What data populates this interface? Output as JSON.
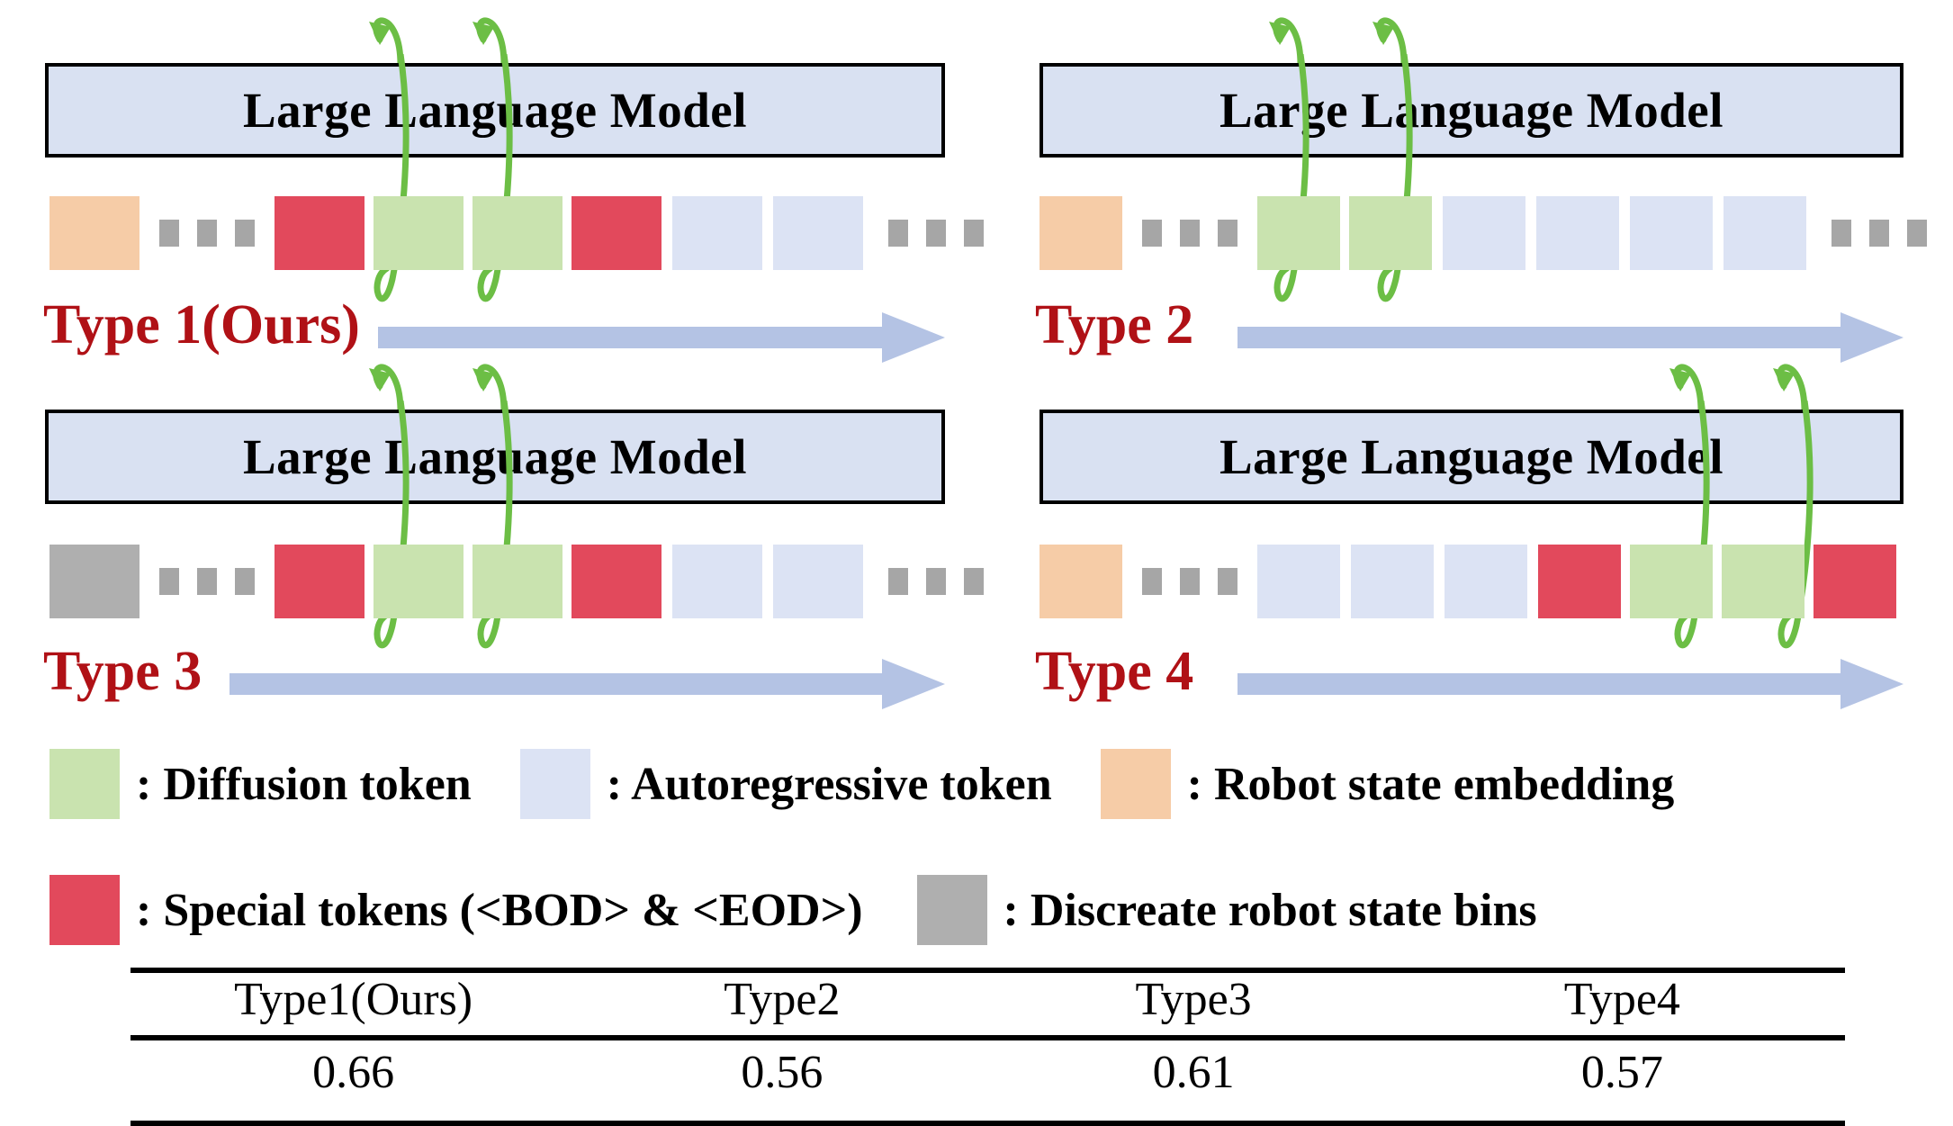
{
  "figure": {
    "llm_label": "Large Language Model",
    "colors": {
      "diffusion_token": "#C9E3AF",
      "autoregressive_token": "#DCE3F4",
      "special_token": "#E2495C",
      "robot_state_embedding": "#F6CCA7",
      "discrete_state_bin": "#AFAFAF",
      "loop_arrow": "#6CBE45",
      "flow_arrow": "#B4C3E4",
      "type_label": "#B01116",
      "llm_box_fill": "#D9E1F2"
    }
  },
  "panels": [
    {
      "id": "type1",
      "label": "Type 1(Ours)",
      "llm_label": "Large Language Model",
      "tokens": [
        "orange",
        "dots",
        "red",
        "green",
        "green",
        "red",
        "blue",
        "blue",
        "dots"
      ]
    },
    {
      "id": "type2",
      "label": "Type 2",
      "llm_label": "Large Language Model",
      "tokens": [
        "orange",
        "dots",
        "green",
        "green",
        "blue",
        "blue",
        "blue",
        "blue",
        "dots"
      ]
    },
    {
      "id": "type3",
      "label": "Type 3",
      "llm_label": "Large Language Model",
      "tokens": [
        "grey",
        "dots",
        "red",
        "green",
        "green",
        "red",
        "blue",
        "blue",
        "dots"
      ]
    },
    {
      "id": "type4",
      "label": "Type 4",
      "llm_label": "Large Language Model",
      "tokens": [
        "orange",
        "dots",
        "blue",
        "blue",
        "blue",
        "red",
        "green",
        "green",
        "red"
      ]
    }
  ],
  "legend": {
    "row1": [
      {
        "swatch": "#C9E3AF",
        "text": ": Diffusion token",
        "name": "diffusion-token"
      },
      {
        "swatch": "#DCE3F4",
        "text": ": Autoregressive token",
        "name": "autoregressive-token"
      },
      {
        "swatch": "#F6CCA7",
        "text": ": Robot state embedding",
        "name": "robot-state-embedding"
      }
    ],
    "row2": [
      {
        "swatch": "#E2495C",
        "text": ": Special tokens (<BOD> & <EOD>)",
        "name": "special-tokens"
      },
      {
        "swatch": "#AFAFAF",
        "text": ": Discreate robot state bins",
        "name": "discrete-robot-state-bins"
      }
    ]
  },
  "chart_data": {
    "type": "table",
    "title": "",
    "categories": [
      "Type1(Ours)",
      "Type2",
      "Type3",
      "Type4"
    ],
    "values": [
      0.66,
      0.56,
      0.61,
      0.57
    ],
    "headers": [
      "Type1(Ours)",
      "Type2",
      "Type3",
      "Type4"
    ],
    "rows": [
      [
        "0.66",
        "0.56",
        "0.61",
        "0.57"
      ]
    ],
    "xlabel": "",
    "ylabel": "",
    "grid": false,
    "legend_position": "none"
  }
}
